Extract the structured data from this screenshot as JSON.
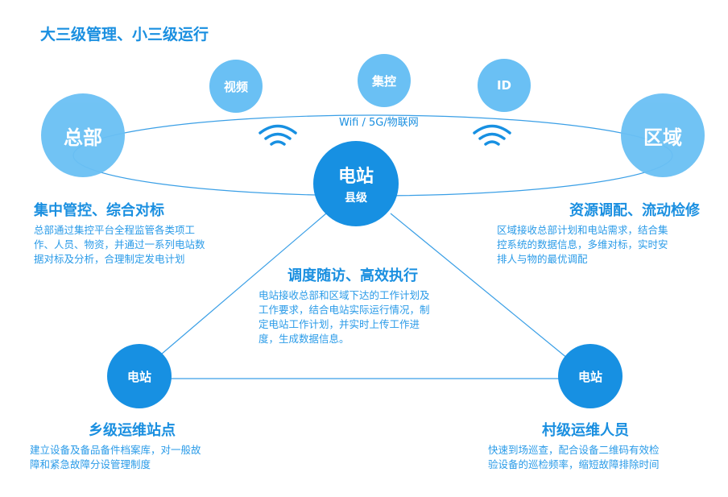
{
  "title": "大三级管理、小三级运行",
  "network_label": "Wifi / 5G/物联网",
  "nodes": {
    "hq": "总部",
    "region": "区域",
    "video": "视频",
    "central_control": "集控",
    "id": "ID",
    "station_main": "电站",
    "station_main_sub": "县级",
    "station_left": "电站",
    "station_right": "电站"
  },
  "sections": {
    "hq": {
      "heading": "集中管控、综合对标",
      "lines": [
        "总部通过集控平台全程监管各类项工",
        "作、人员、物资，并通过一系列电站数",
        "据对标及分析，合理制定发电计划"
      ]
    },
    "region": {
      "heading": "资源调配、流动检修",
      "lines": [
        "区域接收总部计划和电站需求，结合集",
        "控系统的数据信息，多维对标，实时安",
        "排人与物的最优调配"
      ]
    },
    "station": {
      "heading": "调度随访、高效执行",
      "lines": [
        "电站接收总部和区域下达的工作计划及",
        "工作要求，结合电站实际运行情况，制",
        "定电站工作计划，并实时上传工作进",
        "度，生成数据信息。"
      ]
    },
    "township": {
      "heading": "乡级运维站点",
      "lines": [
        "建立设备及备品备件档案库，对一般故",
        "障和紧急故障分设管理制度"
      ]
    },
    "village": {
      "heading": "村级运维人员",
      "lines": [
        "快速到场巡查，配合设备二维码有效检",
        "验设备的巡检频率，缩短故障排除时间"
      ]
    }
  },
  "colors": {
    "primary": "#1790e2",
    "light": "#6ac0f4"
  }
}
